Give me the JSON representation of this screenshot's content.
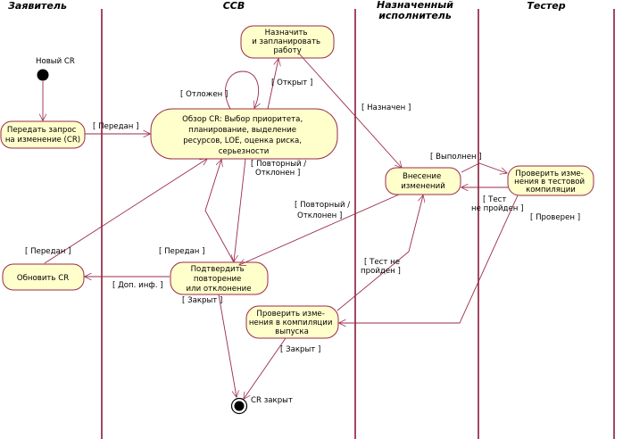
{
  "lanes": [
    "Заявитель",
    "CCB",
    "Назначенный исполнитель",
    "Тестер"
  ],
  "states": {
    "initial": "Новый CR",
    "final": "CR закрыт"
  },
  "activities": {
    "submit": [
      "Передать запрос",
      "на изменение (CR)"
    ],
    "update": [
      "Обновить CR"
    ],
    "review": [
      "Обзор CR: Выбор приоритета,",
      "планирование, выделение",
      "ресурсов, LOE, оценка риска,",
      "серьезности"
    ],
    "schedule": [
      "Назначить",
      "и запланировать",
      "работу"
    ],
    "confirm": [
      "Подтвердить",
      "повторение",
      "или отклонение"
    ],
    "implement": [
      "Внесение",
      "изменений"
    ],
    "verify_test": [
      "Проверить изме-",
      "нения в тестовой",
      "компиляции"
    ],
    "verify_release": [
      "Проверить изме-",
      "нения в компиляции",
      "выпуска"
    ]
  },
  "labels": {
    "submitted_1": "[ Передан ]",
    "submitted_2": "[ Передан ]",
    "submitted_3": "[ Передан ]",
    "postponed": "[ Отложен ]",
    "opened": "[ Открыт ]",
    "assigned": "[ Назначен ]",
    "done": "[ Выполнен ]",
    "test_failed_1": [
      "[ Тест",
      "не пройден ]"
    ],
    "test_failed_2": [
      "[ Тест не",
      "пройден ]"
    ],
    "verified": "[ Проверен ]",
    "duplicate_1": [
      "[ Повторный /",
      "Отклонен ]"
    ],
    "duplicate_2": [
      "[ Повторный /",
      "Отклонен ]"
    ],
    "more_info": "[ Доп. инф. ]",
    "closed_1": "[ Закрыт ]",
    "closed_2": "[ Закрыт ]"
  }
}
